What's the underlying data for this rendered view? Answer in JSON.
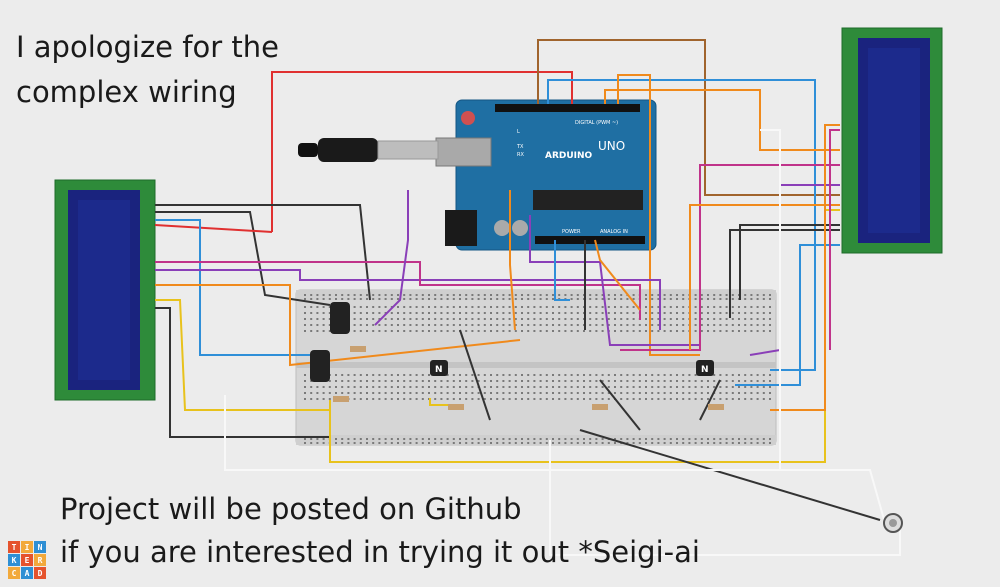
{
  "caption": {
    "top_line1": "I apologize for the",
    "top_line2": "complex wiring",
    "bottom_line1": "Project will be posted on Github",
    "bottom_line2": "if you are interested in trying it out *Seigi-ai"
  },
  "logo": {
    "letters": [
      "T",
      "I",
      "N",
      "K",
      "E",
      "R",
      "C",
      "A",
      "D"
    ],
    "colors": [
      "#e5532d",
      "#f2a93b",
      "#2e8fd4",
      "#2e8fd4",
      "#e5532d",
      "#f2a93b",
      "#f2a93b",
      "#2e8fd4",
      "#e5532d"
    ]
  },
  "arduino": {
    "brand": "ARDUINO",
    "model": "UNO",
    "digital_label": "DIGITAL (PWM ~)",
    "analog_label": "ANALOG IN",
    "power_label": "POWER",
    "tx_label": "TX",
    "rx_label": "RX",
    "l_label": "L"
  },
  "transistors": {
    "label": "N"
  },
  "colors": {
    "board": "#1f6fa3",
    "lcd_pcb": "#2e8b3a",
    "lcd_screen": "#1a237e",
    "breadboard": "#d9d9d9",
    "wire_black": "#333333",
    "wire_red": "#e03030",
    "wire_blue": "#2f8fd8",
    "wire_orange": "#f08a1c",
    "wire_purple": "#8a3fb8",
    "wire_magenta": "#c0338a",
    "wire_yellow": "#e8c21c",
    "wire_brown": "#a0642d",
    "wire_white": "#f8f8f8"
  }
}
